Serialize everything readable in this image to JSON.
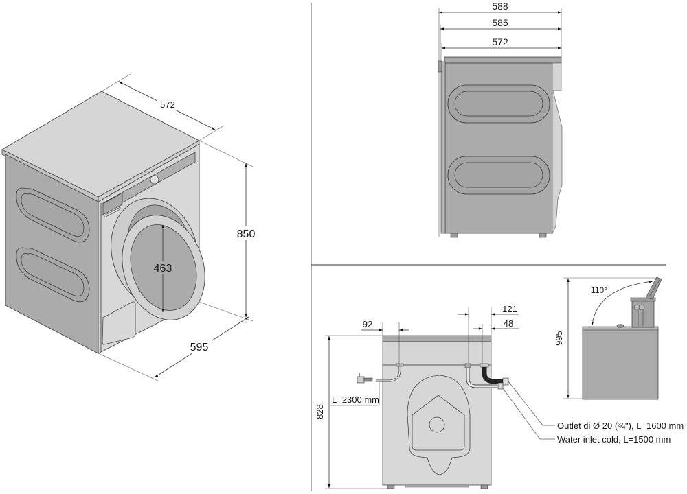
{
  "diagram": {
    "title": "Washing machine dimension drawing",
    "units": "mm",
    "colors": {
      "top_face": "#d6d6d6",
      "side_face": "#ababab",
      "front_face": "#d8d8d8",
      "panel": "#b0b0b0",
      "line": "#444444",
      "hose_dark": "#222222"
    },
    "isometric_view": {
      "depth_label": "572",
      "height_label": "850",
      "width_label": "595",
      "door_label": "463"
    },
    "side_view": {
      "depth_overall_label": "588",
      "depth_mid_label": "585",
      "depth_body_label": "572"
    },
    "rear_view": {
      "left_offset_label": "92",
      "right_offset_outer_label": "121",
      "right_offset_inner_label": "48",
      "height_label": "828",
      "power_cable_label": "L=2300 mm",
      "outlet_label": "Outlet di Ø 20 (¾\"), L=1600 mm",
      "inlet_label": "Water inlet cold, L=1500 mm"
    },
    "lid_view": {
      "angle_label": "110°",
      "height_open_label": "995"
    }
  }
}
